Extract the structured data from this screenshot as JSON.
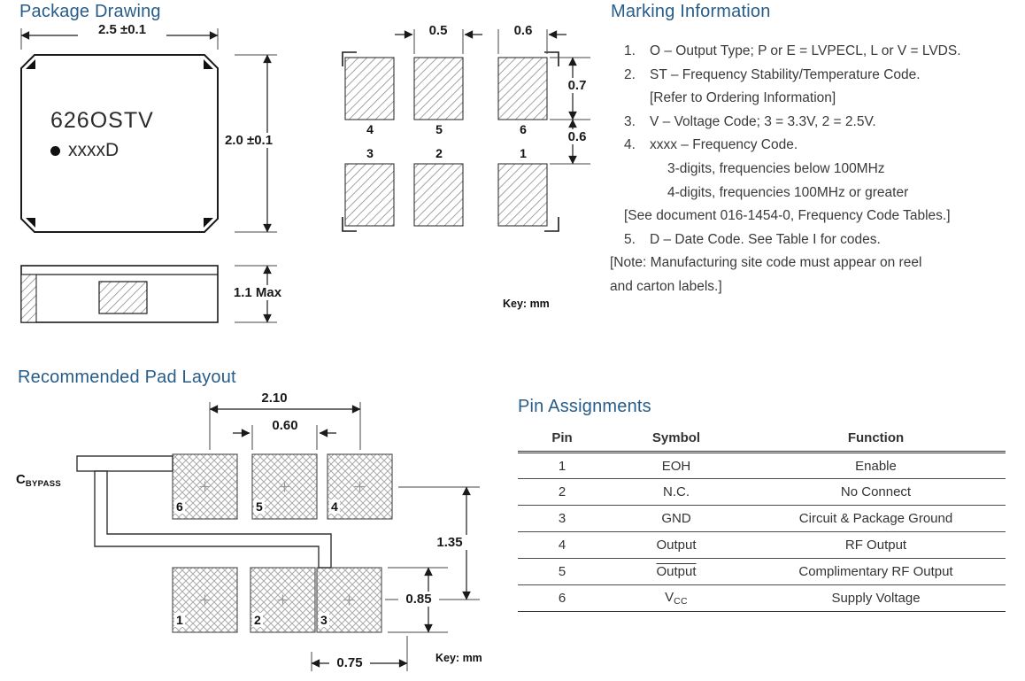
{
  "package_drawing": {
    "title": "Package Drawing",
    "marking_line1": "626OSTV",
    "marking_line2": "xxxxD",
    "dim_width": "2.5 ±0.1",
    "dim_height": "2.0 ±0.1",
    "dim_thickness": "1.1 Max"
  },
  "land_pattern": {
    "dim_pad_width": "0.5",
    "dim_pad_gap": "0.6",
    "dim_pad_height": "0.7",
    "dim_row_gap": "0.6",
    "pad_numbers_top": [
      "4",
      "5",
      "6"
    ],
    "pad_numbers_bottom": [
      "3",
      "2",
      "1"
    ],
    "key": "Key:  mm"
  },
  "marking_information": {
    "title": "Marking Information",
    "lines": [
      {
        "num": "1.",
        "text": "O – Output Type; P or E = LVPECL, L or V = LVDS."
      },
      {
        "num": "2.",
        "text": "ST – Frequency Stability/Temperature Code."
      },
      {
        "num": "",
        "text": "[Refer to Ordering Information]"
      },
      {
        "num": "3.",
        "text": "V – Voltage Code; 3 = 3.3V, 2 = 2.5V."
      },
      {
        "num": "4.",
        "text": "xxxx – Frequency Code."
      },
      {
        "num": "",
        "text": "3-digits, frequencies below 100MHz"
      },
      {
        "num": "",
        "text": "4-digits, frequencies 100MHz or greater"
      },
      {
        "num": "",
        "text": "[See document 016-1454-0, Frequency Code Tables.]"
      },
      {
        "num": "5.",
        "text": "D – Date Code.  See Table I for codes."
      },
      {
        "num": "",
        "text": "[Note:  Manufacturing site code must appear on reel"
      },
      {
        "num": "",
        "text": "and carton labels.]"
      }
    ]
  },
  "pad_layout": {
    "title": "Recommended Pad Layout",
    "cap_label": "C",
    "cap_label_sub": "BYPASS",
    "dim_pitch_x": "2.10",
    "dim_pad_w": "0.60",
    "dim_pitch_y": "1.35",
    "dim_pad_h": "0.85",
    "dim_offset": "0.75",
    "pad_numbers_top": [
      "6",
      "5",
      "4"
    ],
    "pad_numbers_bottom": [
      "1",
      "2",
      "3"
    ],
    "key": "Key:  mm"
  },
  "pin_assignments": {
    "title": "Pin Assignments",
    "headers": [
      "Pin",
      "Symbol",
      "Function"
    ],
    "rows": [
      {
        "pin": "1",
        "symbol": "EOH",
        "function": "Enable"
      },
      {
        "pin": "2",
        "symbol": "N.C.",
        "function": "No Connect"
      },
      {
        "pin": "3",
        "symbol": "GND",
        "function": "Circuit & Package Ground"
      },
      {
        "pin": "4",
        "symbol": "Output",
        "function": "RF Output"
      },
      {
        "pin": "5",
        "symbol": "Output",
        "function": "Complimentary RF Output"
      },
      {
        "pin": "6",
        "symbol": "V",
        "symbol_sub": "CC",
        "function": "Supply Voltage"
      }
    ]
  }
}
